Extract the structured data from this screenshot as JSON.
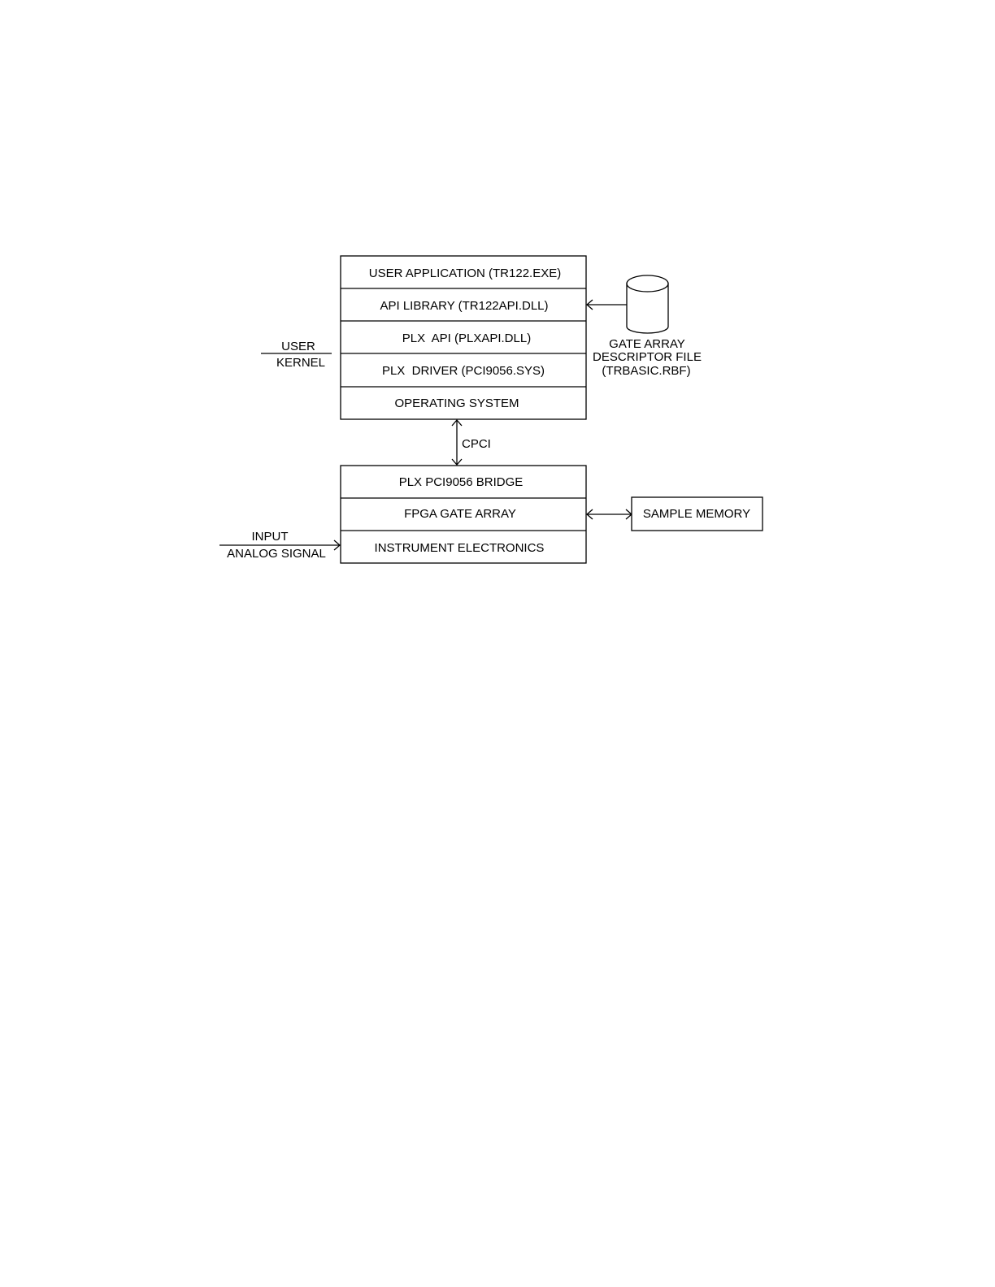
{
  "host_stack": [
    "USER APPLICATION (TR122.EXE)",
    "API LIBRARY (TR122API.DLL)",
    "PLX  API (PLXAPI.DLL)",
    "PLX  DRIVER (PCI9056.SYS)",
    "OPERATING SYSTEM"
  ],
  "board_stack": [
    "PLX PCI9056 BRIDGE",
    "FPGA GATE ARRAY",
    "INSTRUMENT ELECTRONICS"
  ],
  "user_label": "USER",
  "kernel_label": "KERNEL",
  "descriptor_file": [
    "GATE ARRAY",
    "DESCRIPTOR FILE",
    "(TRBASIC.RBF)"
  ],
  "bus_label": "CPCI",
  "sample_memory": "SAMPLE MEMORY",
  "input_label": "INPUT",
  "analog_label": "ANALOG SIGNAL"
}
